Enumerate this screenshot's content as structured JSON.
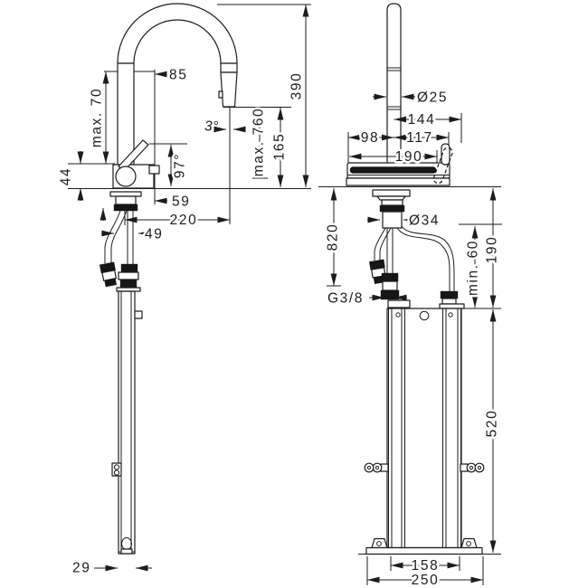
{
  "dims": {
    "max70": "max. 70",
    "d85": "85",
    "d390": "390",
    "d97deg": "97°",
    "d44": "44",
    "d59": "59",
    "d220": "220",
    "d49": "49",
    "angle3": "3°",
    "max760": "max. 760",
    "d165": "165",
    "d29": "29",
    "dia25": "Ø25",
    "d144": "144",
    "d98": "98",
    "d117": "117",
    "d190w": "190",
    "dia34": "Ø34",
    "d820": "820",
    "g38": "G3/8",
    "min60": "min. 60",
    "d190h": "190",
    "d520": "520",
    "d158": "158",
    "d250": "250"
  },
  "colors": {
    "line": "#1c1c1c",
    "dark_fill": "#161616",
    "background": "#ffffff"
  }
}
